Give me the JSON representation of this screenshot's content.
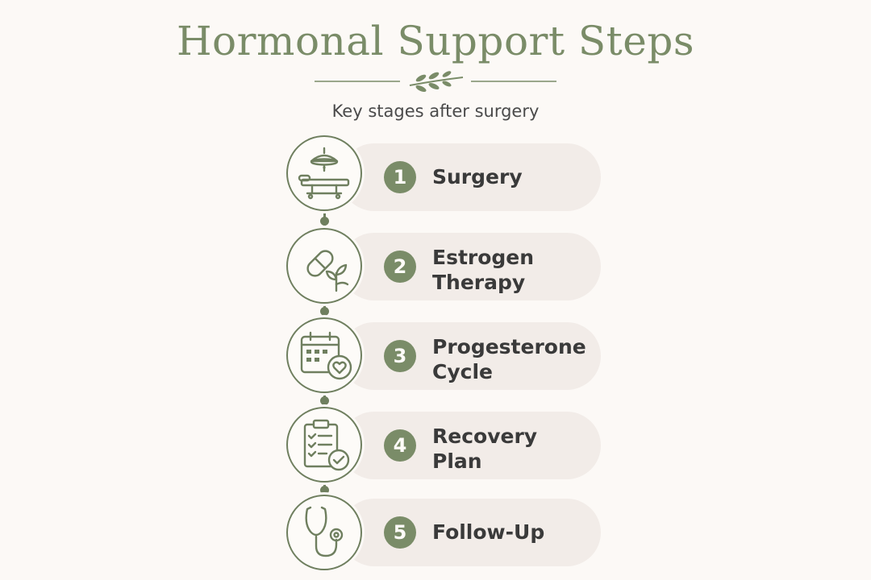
{
  "title": "Hormonal Support Steps",
  "subtitle": "Key stages after surgery",
  "colors": {
    "accent": "#7a8c68",
    "pill": "#f2ece8",
    "background": "#fcf9f6",
    "text": "#3a3a3a"
  },
  "steps": [
    {
      "number": "1",
      "label_lines": [
        "Surgery"
      ],
      "icon": "surgery-lamp-table-icon"
    },
    {
      "number": "2",
      "label_lines": [
        "Estrogen",
        "Therapy"
      ],
      "icon": "pill-leaf-icon"
    },
    {
      "number": "3",
      "label_lines": [
        "Progesterone",
        "Cycle"
      ],
      "icon": "calendar-heart-icon"
    },
    {
      "number": "4",
      "label_lines": [
        "Recovery",
        "Plan"
      ],
      "icon": "clipboard-check-icon"
    },
    {
      "number": "5",
      "label_lines": [
        "Follow-Up"
      ],
      "icon": "stethoscope-icon"
    }
  ]
}
